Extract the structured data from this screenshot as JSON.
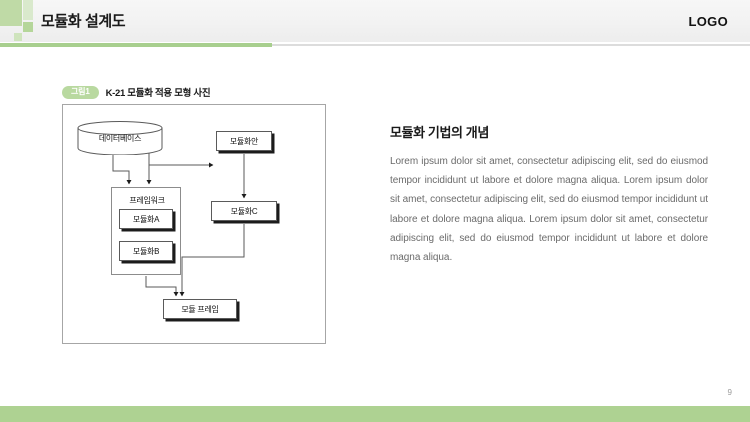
{
  "header": {
    "title": "모듈화 설계도",
    "logo": "LOGO",
    "accent_color": "#a8cf8e",
    "background": "#f2f2f2"
  },
  "figure": {
    "badge": "그림1",
    "badge_color": "#b9d9a0",
    "title": "K-21 모듈화 적용 모형 사진"
  },
  "diagram": {
    "nodes": {
      "database": "데이터베이스",
      "module_plan": "모듈화안",
      "framework": "프레임워크",
      "module_a": "모듈화A",
      "module_b": "모듈화B",
      "module_c": "모듈화C",
      "module_frame": "모듈 프레임"
    }
  },
  "content": {
    "heading": "모듈화 기법의 개념",
    "body": "Lorem ipsum dolor sit amet, consectetur adipiscing elit, sed do eiusmod tempor incididunt ut labore et dolore magna aliqua. Lorem ipsum dolor sit amet, consectetur adipiscing elit, sed do eiusmod tempor incididunt ut labore et dolore magna aliqua. Lorem ipsum dolor sit amet, consectetur adipiscing elit, sed do eiusmod tempor incididunt ut labore et dolore magna aliqua."
  },
  "footer": {
    "page_number": "9",
    "bar_color": "#aed292"
  }
}
